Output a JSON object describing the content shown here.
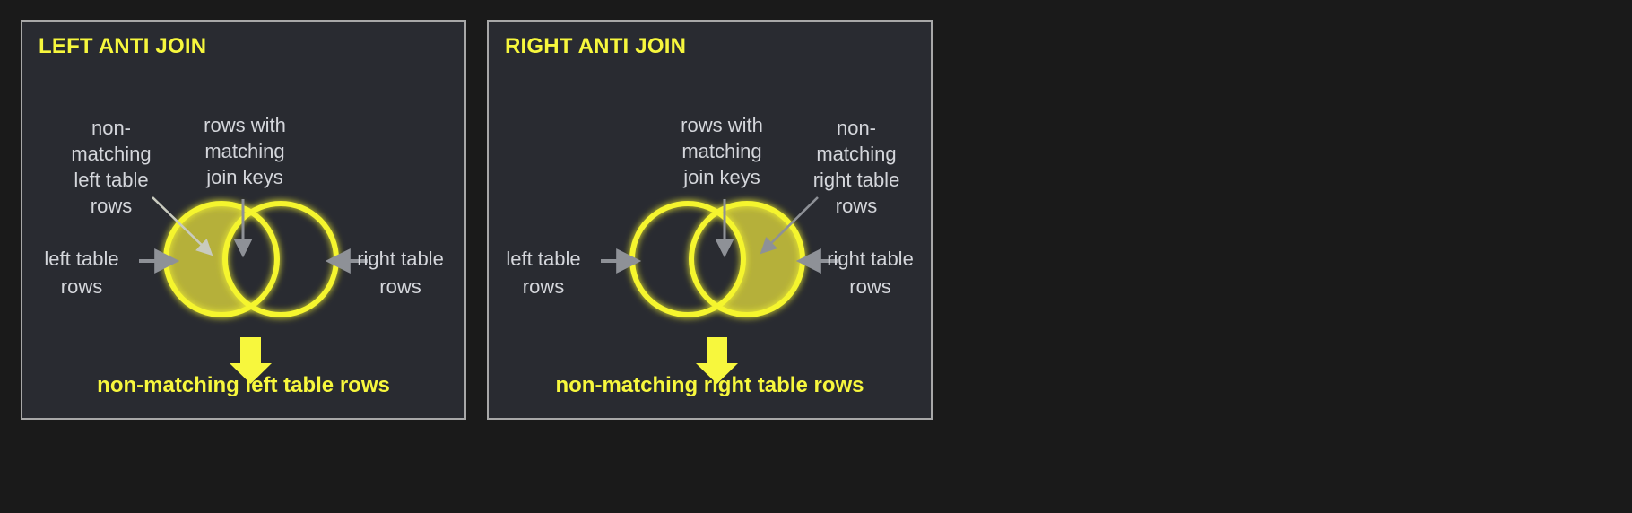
{
  "background_color": "#1a1a1a",
  "panel": {
    "background_color": "#292b31",
    "border_color": "#a8a8a8"
  },
  "colors": {
    "accent_yellow": "#f7f73d",
    "circle_stroke": "#f5f52e",
    "circle_fill": "#b5b03a",
    "label_gray": "#d4d6db",
    "arrow_gray": "#8e9197"
  },
  "panels": [
    {
      "id": "left-anti-join",
      "title": "LEFT ANTI JOIN",
      "annotations": {
        "non_matching": "non-\nmatching\nleft table\nrows",
        "matching_keys": "rows with\nmatching\njoin keys"
      },
      "side_labels": {
        "left": "left table\nrows",
        "right": "right table\nrows"
      },
      "caption": "non-matching left table rows",
      "highlight": "left-only"
    },
    {
      "id": "right-anti-join",
      "title": "RIGHT ANTI JOIN",
      "annotations": {
        "matching_keys": "rows with\nmatching\njoin keys",
        "non_matching": "non-\nmatching\nright table\nrows"
      },
      "side_labels": {
        "left": "left table\nrows",
        "right": "right table\nrows"
      },
      "caption": "non-matching right table rows",
      "highlight": "right-only"
    }
  ]
}
